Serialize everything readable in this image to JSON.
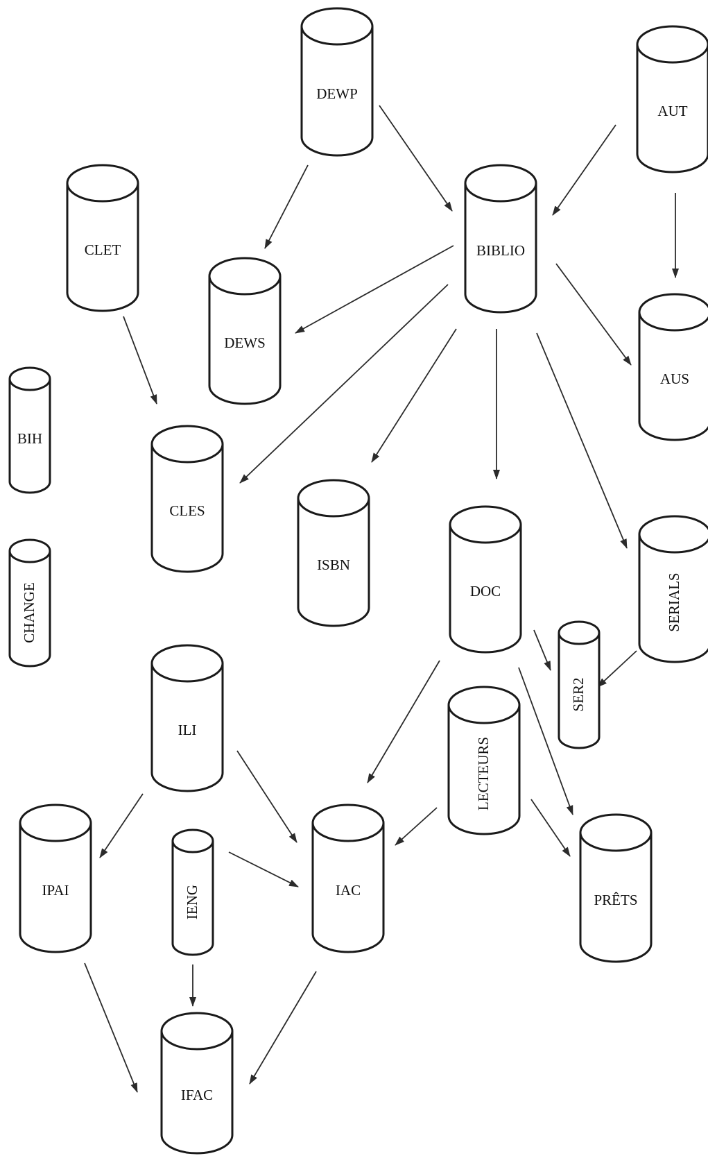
{
  "diagram": {
    "nodes": [
      {
        "id": "DEWP",
        "label": "DEWP"
      },
      {
        "id": "AUT",
        "label": "AUT"
      },
      {
        "id": "CLET",
        "label": "CLET"
      },
      {
        "id": "BIBLIO",
        "label": "BIBLIO"
      },
      {
        "id": "DEWS",
        "label": "DEWS"
      },
      {
        "id": "AUS",
        "label": "AUS"
      },
      {
        "id": "BIH",
        "label": "BIH"
      },
      {
        "id": "CLES",
        "label": "CLES"
      },
      {
        "id": "ISBN",
        "label": "ISBN"
      },
      {
        "id": "DOC",
        "label": "DOC"
      },
      {
        "id": "SERIALS",
        "label": "SERIALS"
      },
      {
        "id": "CHANGE",
        "label": "CHANGE"
      },
      {
        "id": "SER2",
        "label": "SER2"
      },
      {
        "id": "ILI",
        "label": "ILI"
      },
      {
        "id": "LECTEURS",
        "label": "LECTEURS"
      },
      {
        "id": "IPAI",
        "label": "IPAI"
      },
      {
        "id": "IENG",
        "label": "IENG"
      },
      {
        "id": "IAC",
        "label": "IAC"
      },
      {
        "id": "PRETS",
        "label": "PRÊTS"
      },
      {
        "id": "IFAC",
        "label": "IFAC"
      }
    ],
    "edges": [
      {
        "from": "DEWP",
        "to": "DEWS"
      },
      {
        "from": "DEWP",
        "to": "BIBLIO"
      },
      {
        "from": "AUT",
        "to": "BIBLIO"
      },
      {
        "from": "AUT",
        "to": "AUS"
      },
      {
        "from": "CLET",
        "to": "CLES"
      },
      {
        "from": "BIBLIO",
        "to": "DEWS"
      },
      {
        "from": "BIBLIO",
        "to": "CLES"
      },
      {
        "from": "BIBLIO",
        "to": "ISBN"
      },
      {
        "from": "BIBLIO",
        "to": "DOC"
      },
      {
        "from": "BIBLIO",
        "to": "SERIALS"
      },
      {
        "from": "BIBLIO",
        "to": "AUS"
      },
      {
        "from": "DOC",
        "to": "SER2"
      },
      {
        "from": "SERIALS",
        "to": "SER2"
      },
      {
        "from": "DOC",
        "to": "IAC"
      },
      {
        "from": "DOC",
        "to": "PRETS"
      },
      {
        "from": "LECTEURS",
        "to": "IAC"
      },
      {
        "from": "LECTEURS",
        "to": "PRETS"
      },
      {
        "from": "ILI",
        "to": "IAC"
      },
      {
        "from": "ILI",
        "to": "IPAI"
      },
      {
        "from": "IENG",
        "to": "IAC"
      },
      {
        "from": "IENG",
        "to": "IFAC"
      },
      {
        "from": "IPAI",
        "to": "IFAC"
      },
      {
        "from": "IAC",
        "to": "IFAC"
      }
    ]
  }
}
